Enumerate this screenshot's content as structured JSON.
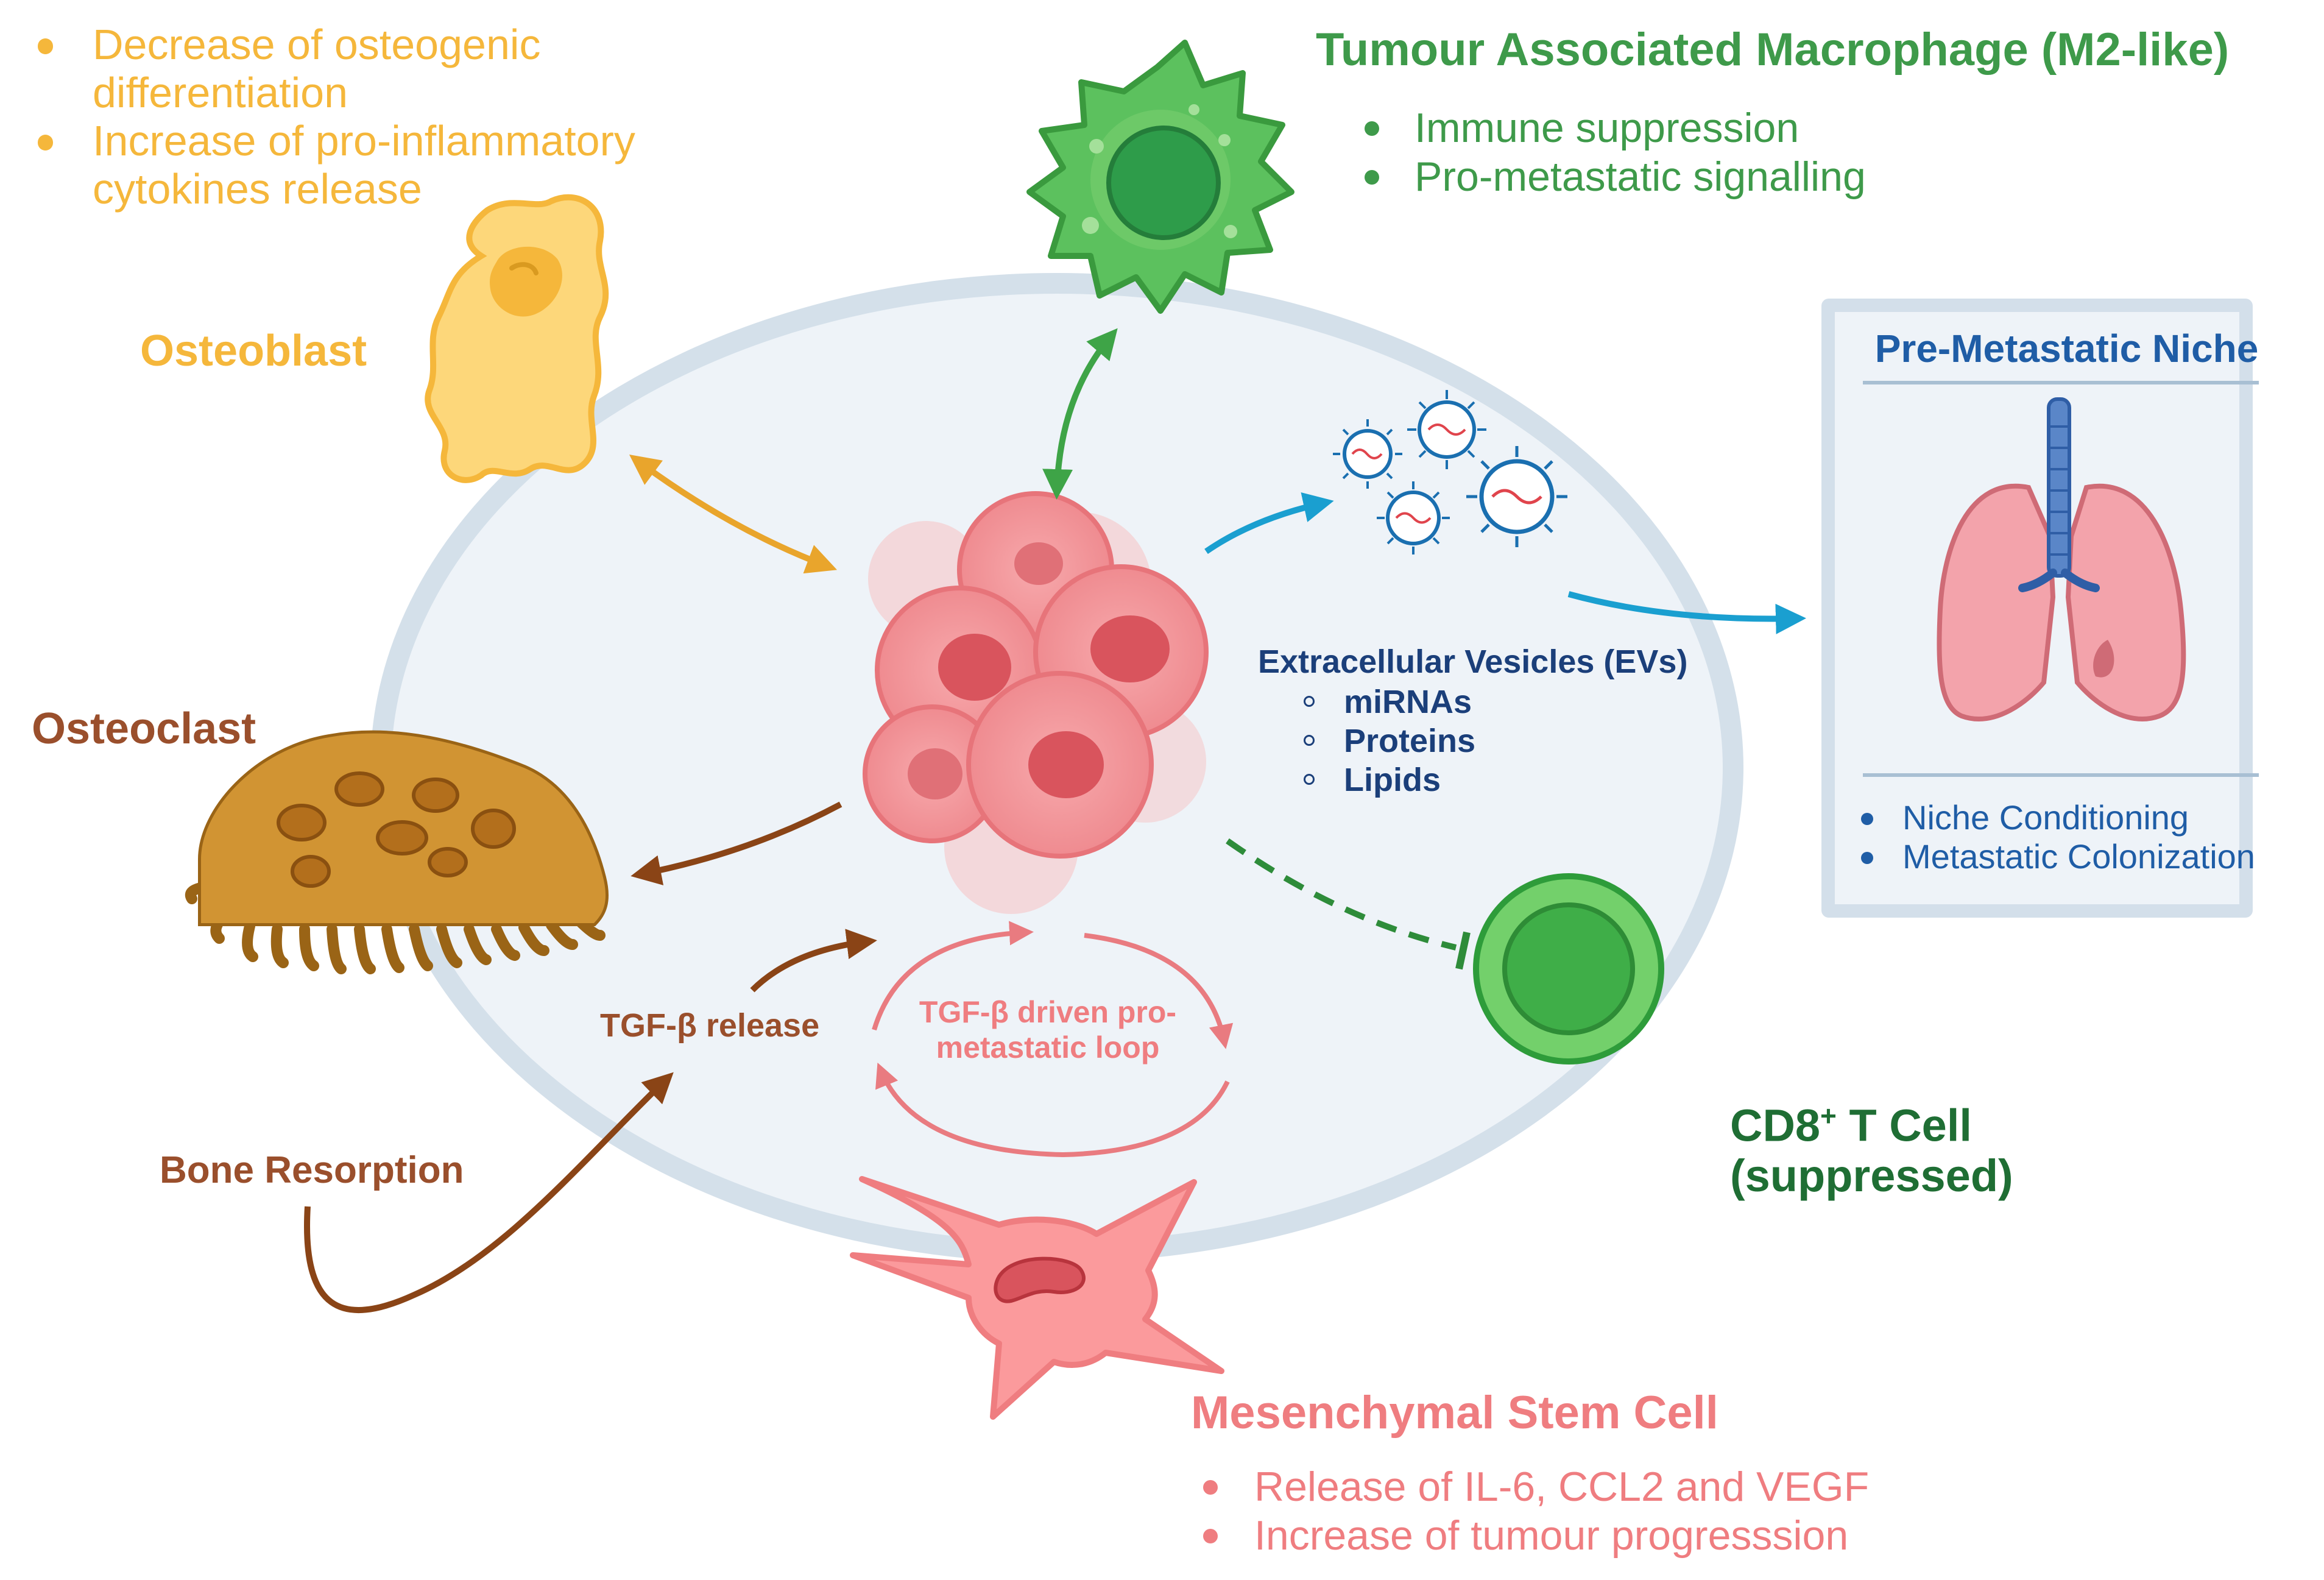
{
  "osteoblast_effects": {
    "items": [
      "Decrease of osteogenic differentiation",
      "Increase of pro-inflammatory cytokines release"
    ],
    "lines": [
      [
        "Decrease of osteogenic",
        "differentiation"
      ],
      [
        "Increase of pro-inflammatory",
        "cytokines release"
      ]
    ]
  },
  "osteoblast": {
    "label": "Osteoblast"
  },
  "osteoclast": {
    "label": "Osteoclast"
  },
  "macrophage": {
    "title": "Tumour Associated Macrophage (M2-like)",
    "items": [
      "Immune suppression",
      "Pro-metastatic signalling"
    ]
  },
  "evs": {
    "title": "Extracellular Vesicles (EVs)",
    "items": [
      "miRNAs",
      "Proteins",
      "Lipids"
    ]
  },
  "niche": {
    "title": "Pre-Metastatic Niche",
    "items": [
      "Niche Conditioning",
      "Metastatic Colonization"
    ]
  },
  "tgf_release": {
    "label": "TGF-β release"
  },
  "loop": {
    "line1": "TGF-β driven pro-",
    "line2": "metastatic loop"
  },
  "bone_resorption": {
    "label": "Bone Resorption"
  },
  "tcell": {
    "line1_main": "CD8",
    "line1_sup": "+",
    "line1_rest": " T Cell",
    "line2": "(suppressed)"
  },
  "msc": {
    "title": "Mesenchymal Stem Cell",
    "items": [
      "Release of IL-6, CCL2 and VEGF",
      "Increase of tumour progresssion"
    ]
  },
  "colors": {
    "osteoblast": "#f5b73b",
    "macrophage": "#3e9a4a",
    "tcell": "#1f6e34",
    "brown": "#9a4f2c",
    "msc": "#ef7d80",
    "blue": "#1f5da6",
    "ev_arrow": "#1a9fd0"
  }
}
